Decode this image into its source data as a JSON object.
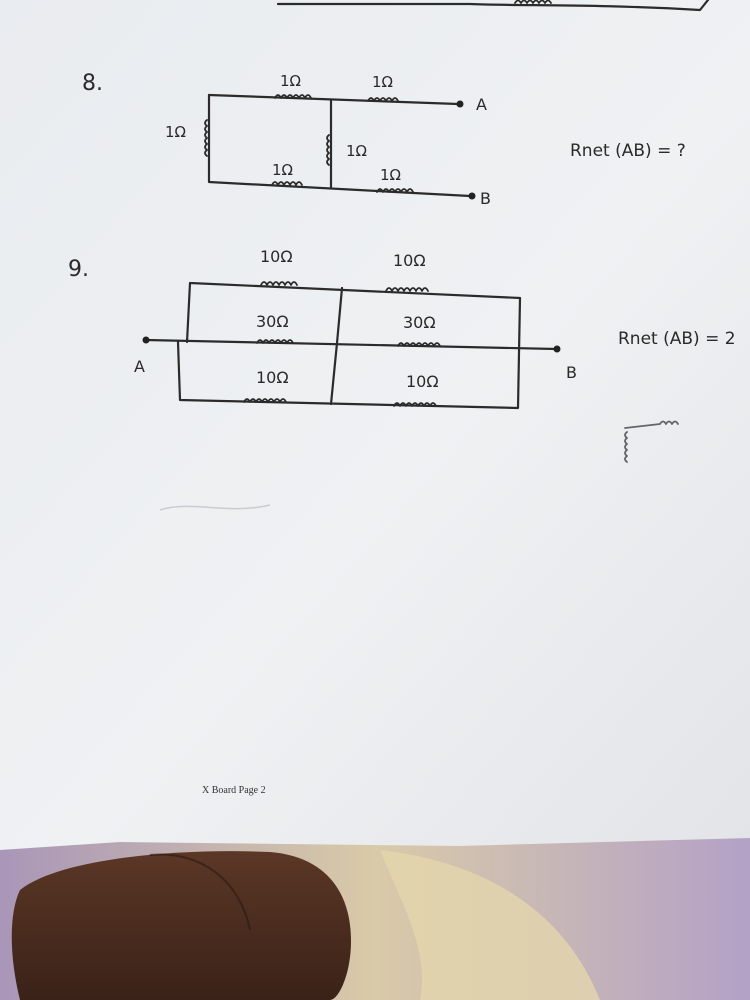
{
  "problem_8": {
    "number": "8.",
    "resistor_label": "1Ω",
    "terminal_a": "A",
    "terminal_b": "B",
    "question": "Rnet (AB) = ?"
  },
  "problem_9": {
    "number": "9.",
    "label_10": "10Ω",
    "label_30": "30Ω",
    "terminal_a": "A",
    "terminal_b": "B",
    "question": "Rnet (AB) = 2"
  },
  "footer": {
    "page_label": "X Board Page 2"
  }
}
